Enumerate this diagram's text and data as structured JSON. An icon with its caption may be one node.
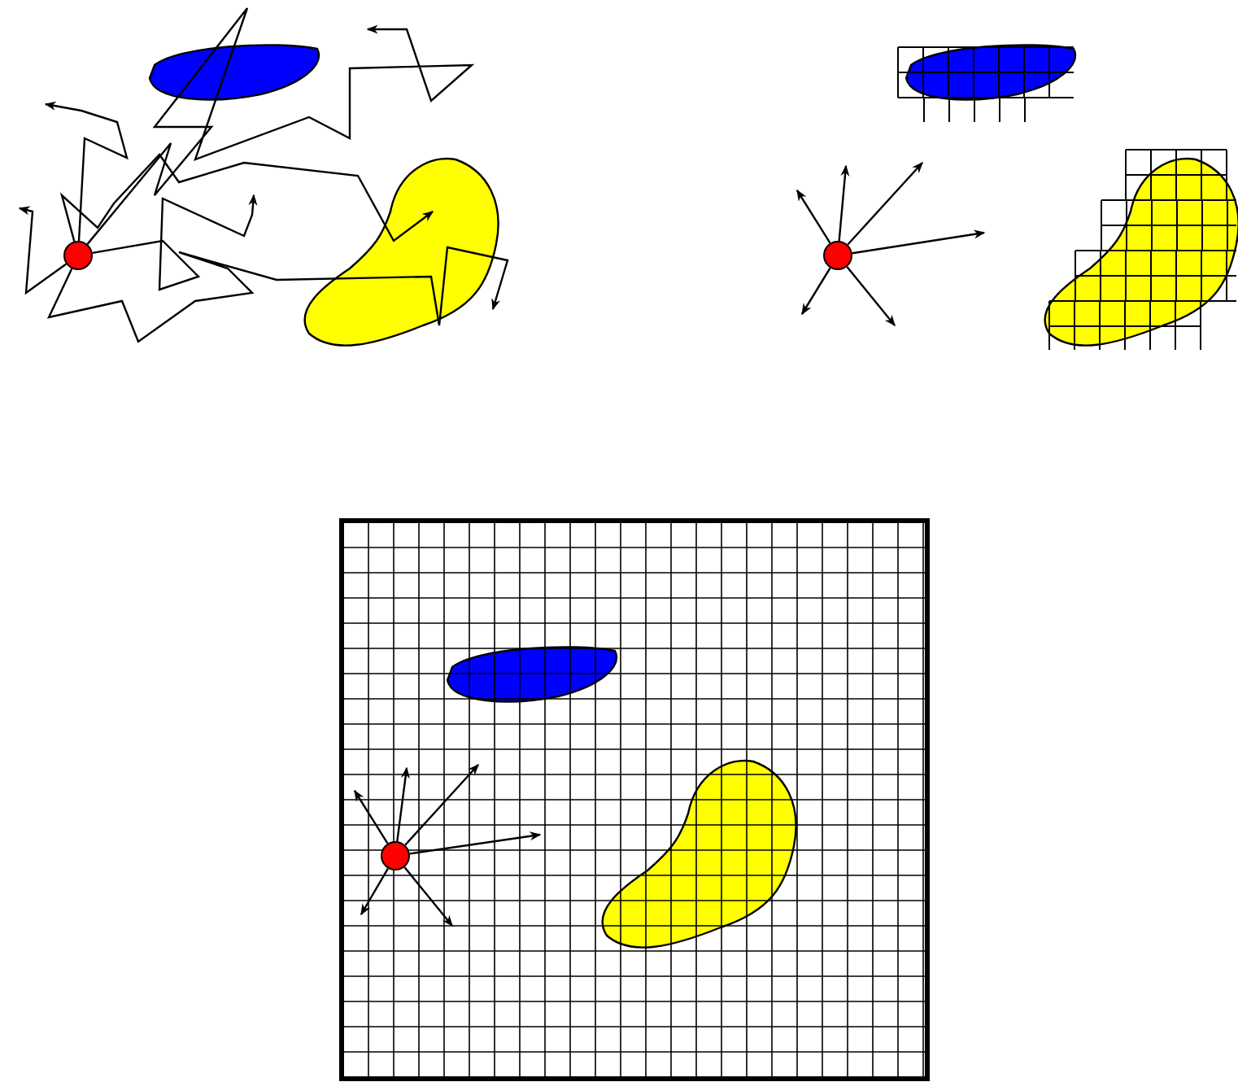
{
  "diagram": {
    "nodes": [
      {
        "text": [],
        "shape": "circle"
      },
      {
        "text": [],
        "shape": "circle"
      },
      {
        "text": [],
        "shape": "circle"
      }
    ],
    "edges": [
      {
        "from": 0,
        "to": null,
        "arrow": "to"
      },
      {
        "from": 0,
        "to": null,
        "arrow": "to"
      },
      {
        "from": 0,
        "to": null,
        "arrow": "to"
      },
      {
        "from": 0,
        "to": null,
        "arrow": "to"
      },
      {
        "from": 0,
        "to": null,
        "arrow": "to"
      },
      {
        "from": 0,
        "to": null,
        "arrow": "to"
      },
      {
        "from": 1,
        "to": null,
        "arrow": "to"
      },
      {
        "from": 1,
        "to": null,
        "arrow": "to"
      },
      {
        "from": 1,
        "to": null,
        "arrow": "to"
      },
      {
        "from": 1,
        "to": null,
        "arrow": "to"
      },
      {
        "from": 1,
        "to": null,
        "arrow": "to"
      },
      {
        "from": 1,
        "to": null,
        "arrow": "to"
      },
      {
        "from": 2,
        "to": null,
        "arrow": "to"
      },
      {
        "from": 2,
        "to": null,
        "arrow": "to"
      },
      {
        "from": 2,
        "to": null,
        "arrow": "to"
      },
      {
        "from": 2,
        "to": null,
        "arrow": "to"
      },
      {
        "from": 2,
        "to": null,
        "arrow": "to"
      },
      {
        "from": 2,
        "to": null,
        "arrow": "to"
      }
    ]
  }
}
